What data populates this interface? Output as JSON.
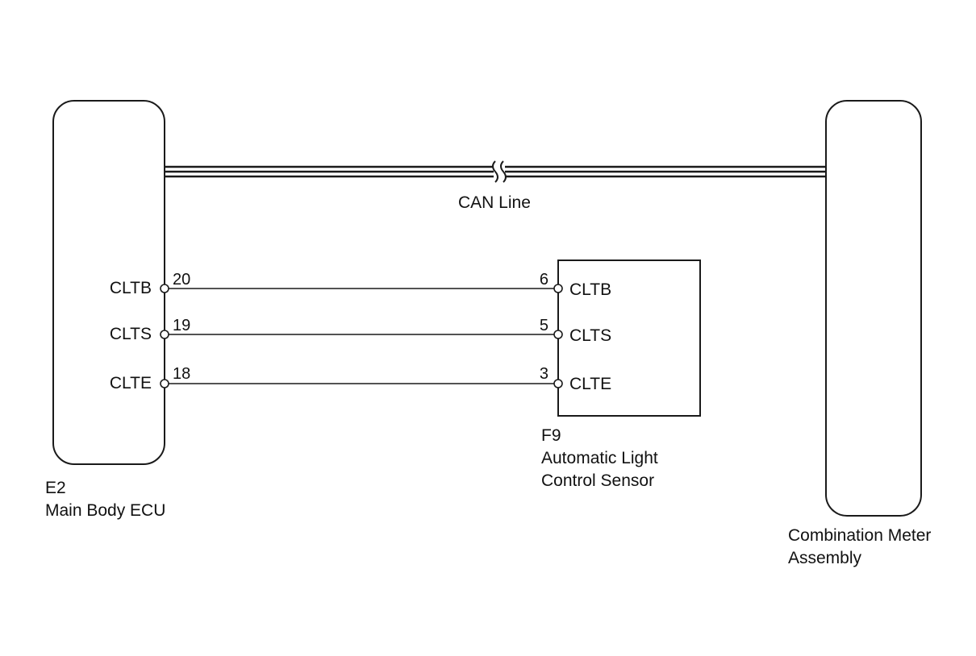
{
  "components": {
    "main_body_ecu": {
      "code": "E2",
      "name": "Main Body ECU",
      "pins": [
        {
          "name": "CLTB",
          "number": "20"
        },
        {
          "name": "CLTS",
          "number": "19"
        },
        {
          "name": "CLTE",
          "number": "18"
        }
      ]
    },
    "light_sensor": {
      "code": "F9",
      "name_line1": "Automatic Light",
      "name_line2": "Control Sensor",
      "pins": [
        {
          "name": "CLTB",
          "number": "6"
        },
        {
          "name": "CLTS",
          "number": "5"
        },
        {
          "name": "CLTE",
          "number": "3"
        }
      ]
    },
    "combination_meter": {
      "name_line1": "Combination Meter",
      "name_line2": "Assembly"
    }
  },
  "bus": {
    "label": "CAN Line"
  },
  "colors": {
    "line": "#1a1a1a",
    "background": "#ffffff"
  }
}
